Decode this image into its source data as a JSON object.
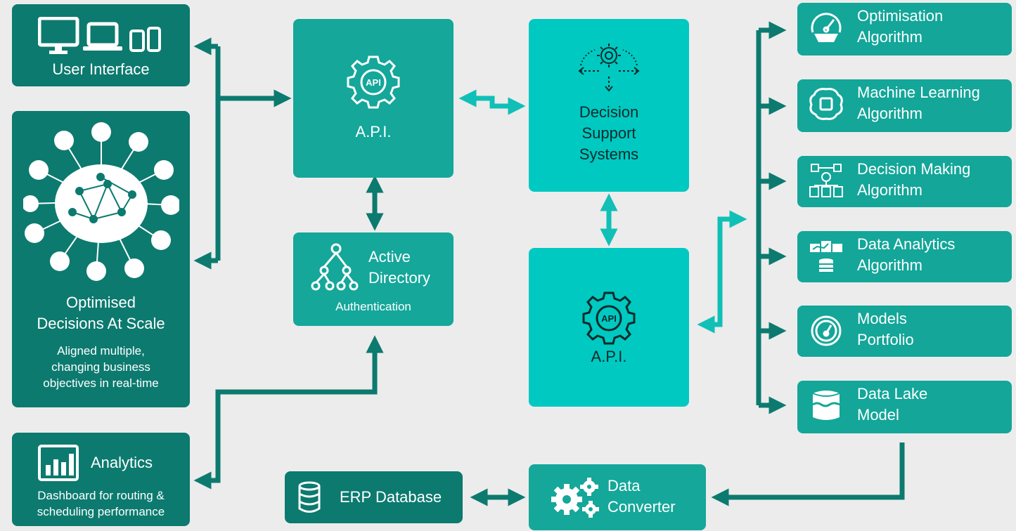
{
  "colors": {
    "background": "#ececec",
    "dark": "#0c7a6f",
    "mid": "#14a79a",
    "light": "#00c9c1",
    "arrow_dark": "#0c7a6f",
    "arrow_light": "#10c0b6"
  },
  "user_interface": {
    "label": "User Interface",
    "icon": "devices-icon"
  },
  "optimised": {
    "title": "Optimised\nDecisions At Scale",
    "subtitle": "Aligned multiple,\nchanging business\nobjectives in real-time",
    "icon": "brain-network-icon"
  },
  "analytics": {
    "title": "Analytics",
    "subtitle": "Dashboard for routing &\nscheduling performance",
    "icon": "bar-chart-icon"
  },
  "api_top": {
    "label": "A.P.I.",
    "icon": "api-gear-icon"
  },
  "active_directory": {
    "title": "Active\nDirectory",
    "subtitle": "Authentication",
    "icon": "hierarchy-icon"
  },
  "decision_support": {
    "label": "Decision\nSupport\nSystems",
    "icon": "gear-arrows-icon"
  },
  "api_bottom": {
    "label": "A.P.I.",
    "icon": "api-gear-icon"
  },
  "erp": {
    "label": "ERP Database",
    "icon": "database-icon"
  },
  "converter": {
    "label": "Data\nConverter",
    "icon": "gears-icon"
  },
  "right_boxes": [
    {
      "label": "Optimisation\nAlgorithm",
      "icon": "gauge-gear-icon"
    },
    {
      "label": "Machine Learning\nAlgorithm",
      "icon": "brain-chip-icon"
    },
    {
      "label": "Decision Making\nAlgorithm",
      "icon": "decision-tree-icon"
    },
    {
      "label": "Data Analytics\nAlgorithm",
      "icon": "analytics-icon"
    },
    {
      "label": "Models\nPortfolio",
      "icon": "speedometer-icon"
    },
    {
      "label": "Data Lake\nModel",
      "icon": "data-lake-icon"
    }
  ]
}
